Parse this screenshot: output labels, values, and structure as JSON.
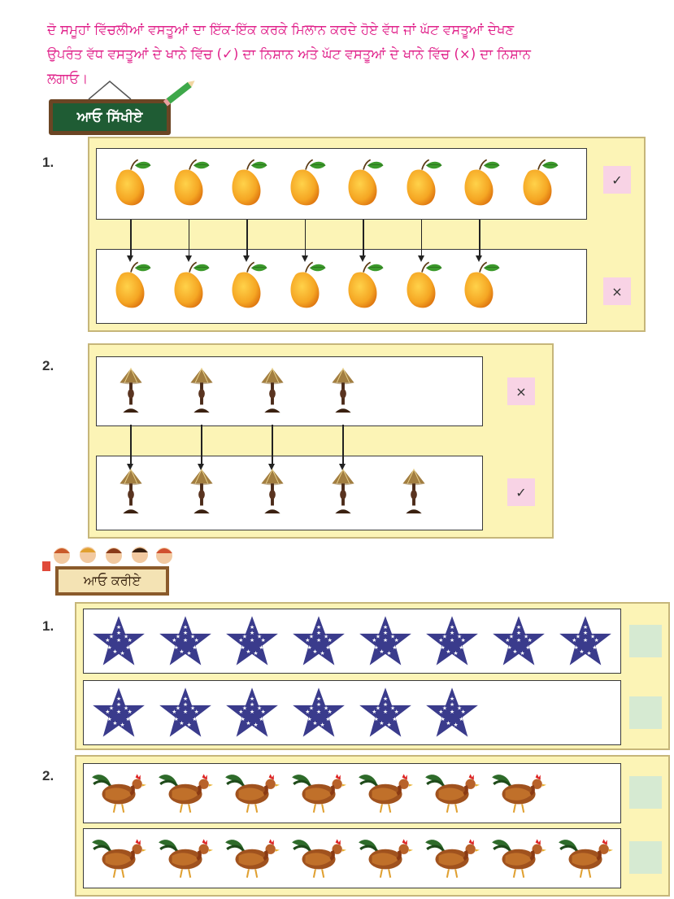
{
  "instruction": {
    "line1": "ਦੋ ਸਮੂਹਾਂ ਵਿੱਚਲੀਆਂ ਵਸਤੂਆਂ ਦਾ ਇੱਕ-ਇੱਕ ਕਰਕੇ ਮਿਲਾਨ ਕਰਦੇ ਹੋਏ ਵੱਧ ਜਾਂ ਘੱਟ ਵਸਤੂਆਂ ਦੇਖਣ",
    "line2": "ਉਪਰੰਤ ਵੱਧ ਵਸਤੂਆਂ ਦੇ ਖਾਨੇ ਵਿੱਚ (✓) ਦਾ ਨਿਸ਼ਾਨ ਅਤੇ ਘੱਟ ਵਸਤੂਆਂ ਦੇ ਖਾਨੇ ਵਿੱਚ (×) ਦਾ ਨਿਸ਼ਾਨ",
    "line3": "ਲਗਾਓ।"
  },
  "learn": {
    "title": "ਆਓ ਸਿੱਖੀਏ",
    "examples": [
      {
        "number": "1.",
        "item": "mango-icon",
        "top_count": 8,
        "bottom_count": 7,
        "top_mark": "✓",
        "bottom_mark": "×"
      },
      {
        "number": "2.",
        "item": "lamp-icon",
        "top_count": 4,
        "bottom_count": 5,
        "top_mark": "×",
        "bottom_mark": "✓"
      }
    ]
  },
  "practice": {
    "title": "ਆਓ ਕਰੀਏ",
    "exercises": [
      {
        "number": "1.",
        "item": "star-icon",
        "top_count": 8,
        "bottom_count": 6
      },
      {
        "number": "2.",
        "item": "rooster-icon",
        "top_count": 7,
        "bottom_count": 8
      }
    ]
  },
  "colors": {
    "instruction_text": "#e0218a",
    "panel_fill": "#fcf4b6",
    "mark_box": "#f8d3e5",
    "answer_box": "#d6ead2",
    "star": "#3a3b8c",
    "mango": "#f5a623"
  }
}
